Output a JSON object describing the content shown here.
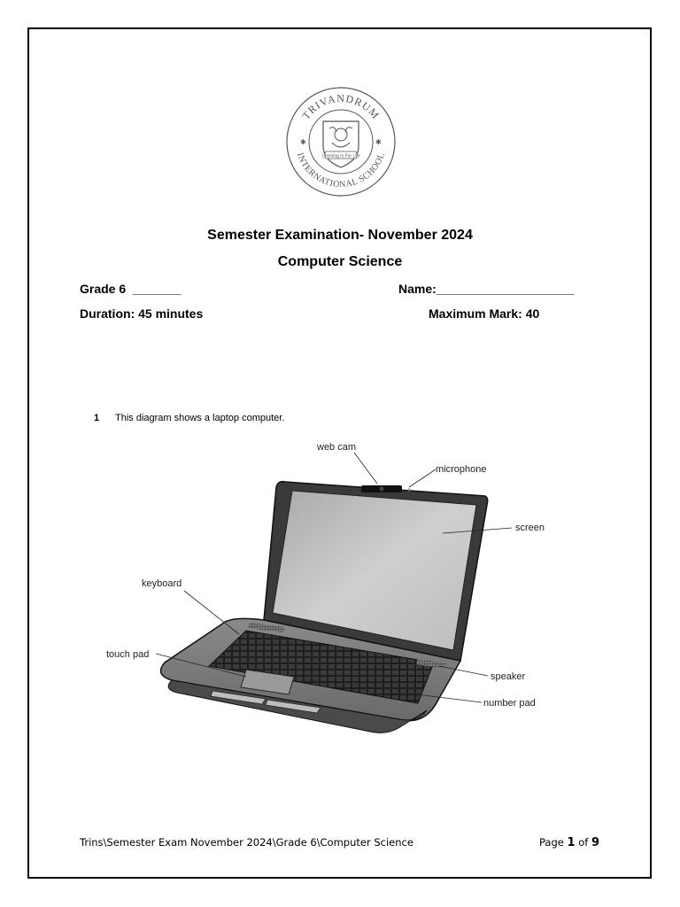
{
  "header": {
    "logo_text_top": "TRIVANDRUM",
    "logo_text_bottom": "INTERNATIONAL SCHOOL",
    "logo_motto": "Learning Is For Life",
    "title": "Semester Examination- November 2024",
    "subject": "Computer Science"
  },
  "meta": {
    "grade": "Grade 6  _______",
    "name": "Name:____________________",
    "duration": "Duration: 45 minutes",
    "max_mark": "Maximum Mark: 40"
  },
  "question": {
    "number": "1",
    "text": "This diagram shows a laptop computer."
  },
  "diagram_labels": {
    "web_cam": "web cam",
    "microphone": "microphone",
    "screen": "screen",
    "keyboard": "keyboard",
    "touch_pad": "touch pad",
    "speaker": "speaker",
    "number_pad": "number pad"
  },
  "footer": {
    "path": "Trins\\Semester Exam November 2024\\Grade 6\\Computer Science",
    "page_prefix": "Page ",
    "page_current": "1",
    "page_of": " of ",
    "page_total": "9"
  }
}
